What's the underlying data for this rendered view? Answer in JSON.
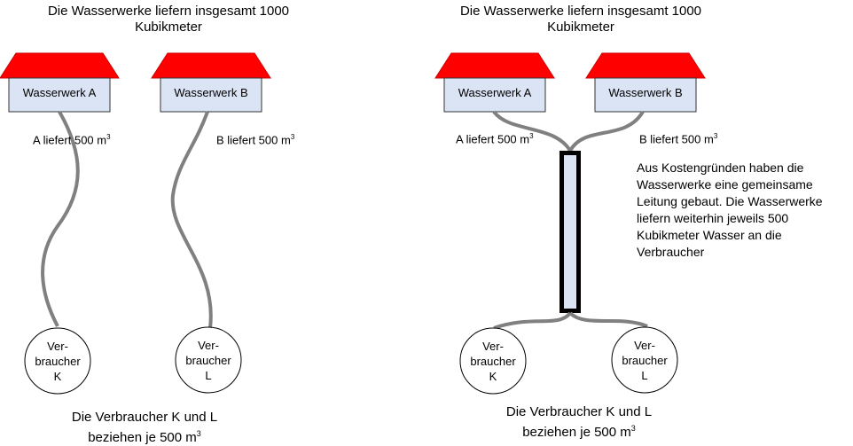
{
  "left": {
    "title_line1": "Die Wasserwerke liefern insgesamt 1000",
    "title_line2": "Kubikmeter",
    "plant_a": "Wasserwerk A",
    "plant_b": "Wasserwerk B",
    "supply_a": "A liefert 500 m",
    "supply_b": "B liefert 500 m",
    "consumer_k": [
      "Ver-",
      "braucher",
      "K"
    ],
    "consumer_l": [
      "Ver-",
      "braucher",
      "L"
    ],
    "caption_line1": "Die Verbraucher K und L",
    "caption_line2": "beziehen je 500 m"
  },
  "right": {
    "title_line1": "Die Wasserwerke liefern insgesamt 1000",
    "title_line2": "Kubikmeter",
    "plant_a": "Wasserwerk A",
    "plant_b": "Wasserwerk B",
    "supply_a": "A liefert 500 m",
    "supply_b": "B liefert 500 m",
    "note": [
      "Aus Kostengründen haben die",
      "Wasserwerke eine gemeinsame",
      "Leitung gebaut. Die Wasserwerke",
      "liefern weiterhin jeweils 500",
      "Kubikmeter Wasser an die",
      "Verbraucher"
    ],
    "consumer_k": [
      "Ver-",
      "braucher",
      "K"
    ],
    "consumer_l": [
      "Ver-",
      "braucher",
      "L"
    ],
    "caption_line1": "Die Verbraucher K und L",
    "caption_line2": "beziehen je 500 m"
  },
  "superscript": "3",
  "colors": {
    "roof": "#ff0000",
    "plant_body": "#dbe4f5",
    "pipe": "#808080",
    "shared_pipe_fill": "#dbe4f5",
    "outline": "#000000"
  }
}
